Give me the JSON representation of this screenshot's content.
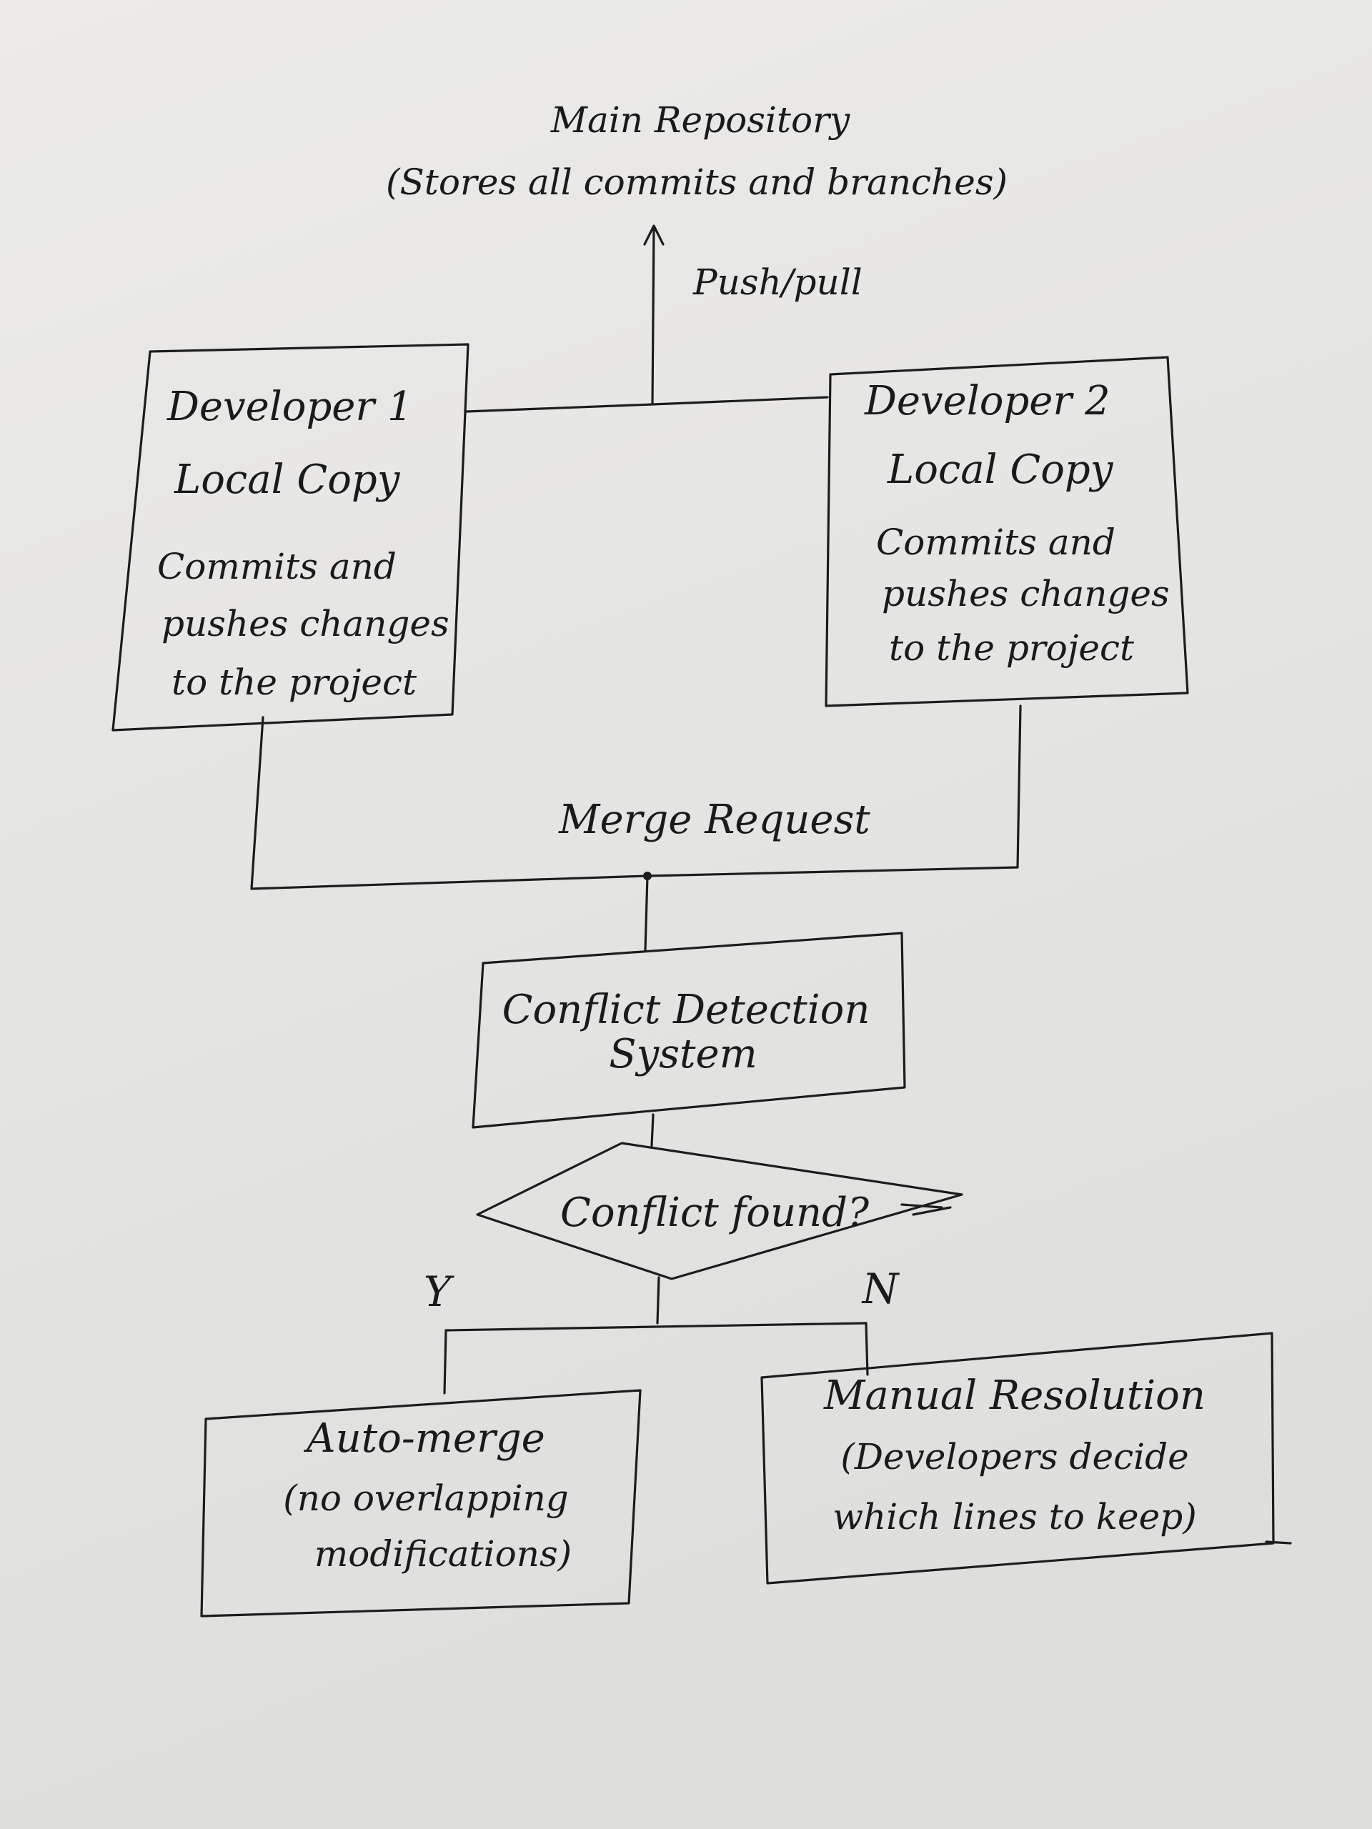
{
  "repository": {
    "title": "Main Repository",
    "subtitle": "(Stores all commits and branches)"
  },
  "push_label": "Push/pull",
  "developer1": {
    "name": "Developer 1",
    "subtitle": "Local Copy",
    "description": [
      "Commits and",
      "pushes changes",
      "to the project"
    ]
  },
  "developer2": {
    "name": "Developer 2",
    "subtitle": "Local Copy",
    "description": [
      "Commits and",
      "pushes changes",
      "to the project"
    ]
  },
  "merge_label": "Merge Request",
  "conflict_system": [
    "Conflict Detection",
    "System"
  ],
  "decision": "Conflict found?",
  "yes_label": "Y",
  "no_label": "N",
  "auto_merge": [
    "Auto-merge",
    "(no overlapping",
    "modifications)"
  ],
  "manual_resolution": [
    "Manual Resolution",
    "(Developers decide",
    "which lines to keep)"
  ]
}
